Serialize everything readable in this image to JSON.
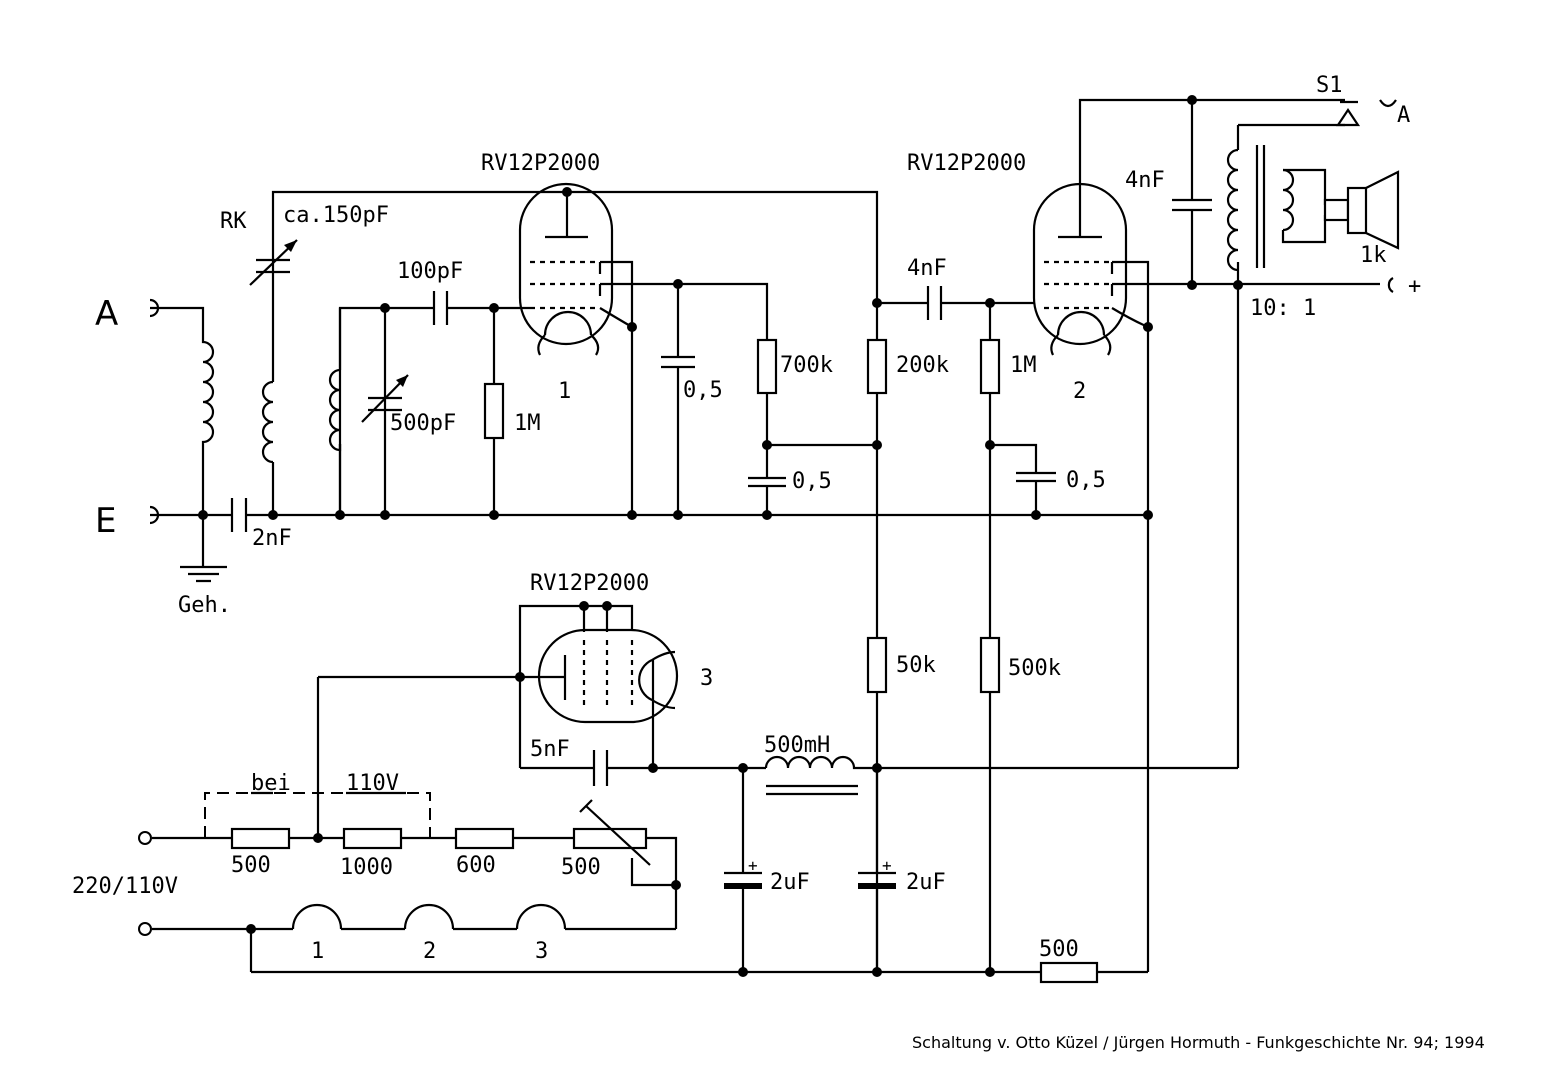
{
  "tubes": {
    "t1": {
      "type": "RV12P2000",
      "num": "1"
    },
    "t2": {
      "type": "RV12P2000",
      "num": "2"
    },
    "t3": {
      "type": "RV12P2000",
      "num": "3"
    }
  },
  "terminals": {
    "antenna": "A",
    "earth": "E",
    "ground": "Geh.",
    "out_a": "A",
    "plus": "+",
    "mains": "220/110V"
  },
  "components": {
    "rk": "RK",
    "c150": "ca.150pF",
    "c100": "100pF",
    "c500": "500pF",
    "r1m_a": "1M",
    "c2n": "2nF",
    "c05_a": "0,5",
    "r700k": "700k",
    "c05_b": "0,5",
    "r200k": "200k",
    "c4n_a": "4nF",
    "r1m_b": "1M",
    "c05_c": "0,5",
    "c4n_b": "4nF",
    "s1": "S1",
    "spk": "1k",
    "ratio": "10: 1",
    "r50k": "50k",
    "r500k": "500k",
    "l500": "500mH",
    "c5n": "5nF",
    "c2u_a": "2uF",
    "c2u_b": "2uF",
    "bei": "bei",
    "v110": "110V",
    "r500_a": "500",
    "r1000": "1000",
    "r600": "600",
    "r500_b": "500",
    "h1": "1",
    "h2": "2",
    "h3": "3",
    "r500_c": "500"
  },
  "credit": "Schaltung v. Otto Küzel / Jürgen Hormuth - Funkgeschichte Nr. 94; 1994"
}
